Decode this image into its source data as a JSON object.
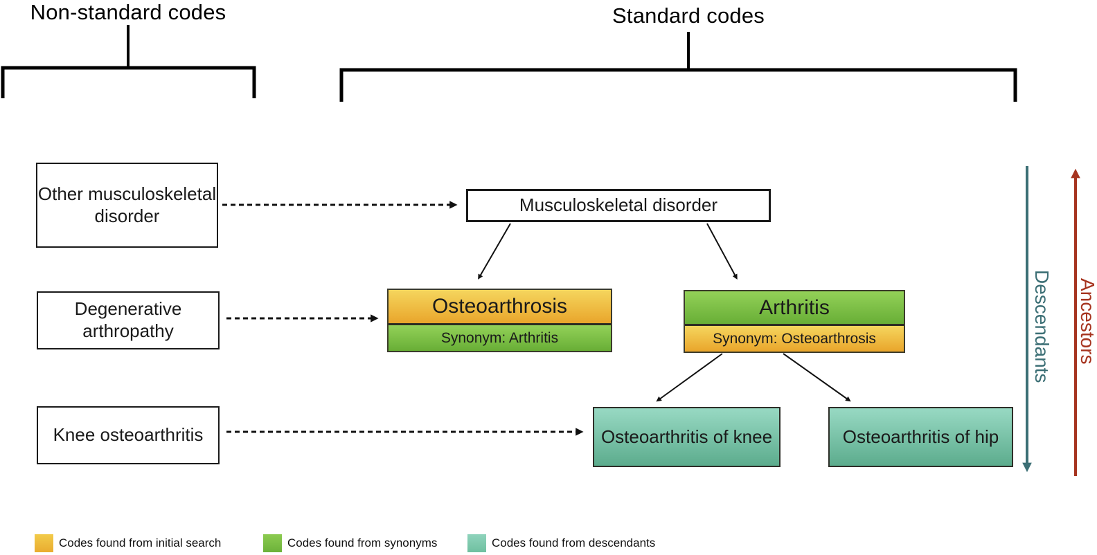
{
  "headers": {
    "non_standard": "Non-standard codes",
    "standard": "Standard codes"
  },
  "non_standard_boxes": [
    {
      "label": "Other musculoskeletal disorder"
    },
    {
      "label": "Degenerative arthropathy"
    },
    {
      "label": "Knee osteoarthritis"
    }
  ],
  "standard_boxes": {
    "root": {
      "label": "Musculoskeletal disorder"
    },
    "osteoarthrosis": {
      "label": "Osteoarthrosis",
      "synonym": "Synonym: Arthritis"
    },
    "arthritis": {
      "label": "Arthritis",
      "synonym": "Synonym: Osteoarthrosis"
    },
    "knee": {
      "label": "Osteoarthritis of knee"
    },
    "hip": {
      "label": "Osteoarthritis of hip"
    }
  },
  "axis_labels": {
    "descendants": "Descendants",
    "ancestors": "Ancestors"
  },
  "legend": {
    "items": [
      {
        "label": "Codes found from initial search",
        "color": "#EDB82F"
      },
      {
        "label": "Codes found from synonyms",
        "color": "#74BA41"
      },
      {
        "label": "Codes found from descendants",
        "color": "#7CC9AF"
      }
    ]
  },
  "colors": {
    "initial_search_gradient_top": "#F5D65E",
    "initial_search_gradient_bottom": "#E9A52B",
    "synonyms_gradient_top": "#93D158",
    "synonyms_gradient_bottom": "#68AE36",
    "descendants_gradient_top": "#98D9C3",
    "descendants_gradient_bottom": "#5CAC8D",
    "descendants_arrow": "#3C6F75",
    "ancestors_arrow": "#A6341F",
    "line_color": "#111111"
  }
}
